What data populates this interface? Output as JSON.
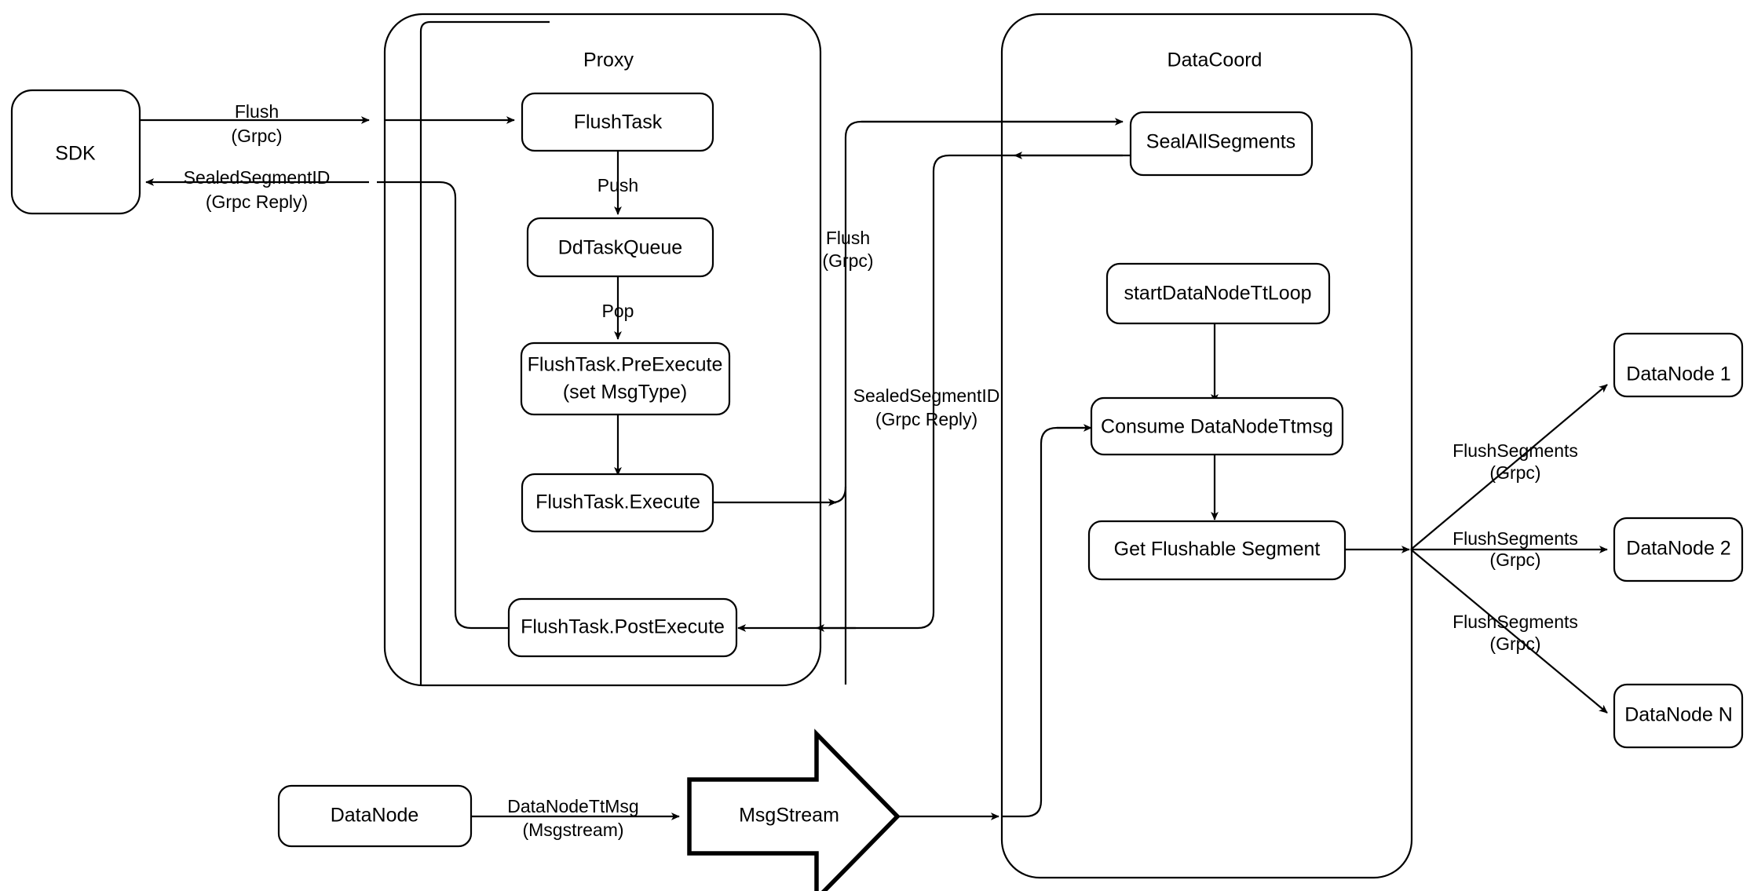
{
  "diagram": {
    "title": "Milvus Flush Sequence Flow",
    "background_color": "#ffffff",
    "stroke_color": "#000000"
  },
  "groups": {
    "proxy": {
      "label": "Proxy"
    },
    "datacoord": {
      "label": "DataCoord"
    }
  },
  "nodes": {
    "sdk": {
      "label": "SDK"
    },
    "flush_task": {
      "label": "FlushTask"
    },
    "dd_task_queue": {
      "label": "DdTaskQueue"
    },
    "pre_execute_line1": {
      "label": "FlushTask.PreExecute"
    },
    "pre_execute_line2": {
      "label": "(set MsgType)"
    },
    "execute": {
      "label": "FlushTask.Execute"
    },
    "post_execute": {
      "label": "FlushTask.PostExecute"
    },
    "seal_all_segments": {
      "label": "SealAllSegments"
    },
    "start_datanode_tt_loop": {
      "label": "startDataNodeTtLoop"
    },
    "consume_datanode_ttmsg": {
      "label": "Consume DataNodeTtmsg"
    },
    "get_flushable_segment": {
      "label": "Get Flushable Segment"
    },
    "datanode_1": {
      "label": "DataNode 1"
    },
    "datanode_2": {
      "label": "DataNode 2"
    },
    "datanode_n": {
      "label": "DataNode N"
    },
    "datanode_source": {
      "label": "DataNode"
    },
    "msgstream": {
      "label": "MsgStream"
    }
  },
  "edge_labels": {
    "sdk_to_proxy_line1": {
      "label": "Flush"
    },
    "sdk_to_proxy_line2": {
      "label": "(Grpc)"
    },
    "proxy_to_sdk_line1": {
      "label": "SealedSegmentID"
    },
    "proxy_to_sdk_line2": {
      "label": "(Grpc Reply)"
    },
    "push": {
      "label": "Push"
    },
    "pop": {
      "label": "Pop"
    },
    "proxy_to_dc_line1": {
      "label": "Flush"
    },
    "proxy_to_dc_line2": {
      "label": "(Grpc)"
    },
    "dc_to_proxy_line1": {
      "label": "SealedSegmentID"
    },
    "dc_to_proxy_line2": {
      "label": "(Grpc Reply)"
    },
    "datanode_ttmsg_line1": {
      "label": "DataNodeTtMsg"
    },
    "datanode_ttmsg_line2": {
      "label": "(Msgstream)"
    },
    "flush_segments_1_line1": {
      "label": "FlushSegments"
    },
    "flush_segments_1_line2": {
      "label": "(Grpc)"
    },
    "flush_segments_2_line1": {
      "label": "FlushSegments"
    },
    "flush_segments_2_line2": {
      "label": "(Grpc)"
    },
    "flush_segments_n_line1": {
      "label": "FlushSegments"
    },
    "flush_segments_n_line2": {
      "label": "(Grpc)"
    }
  }
}
